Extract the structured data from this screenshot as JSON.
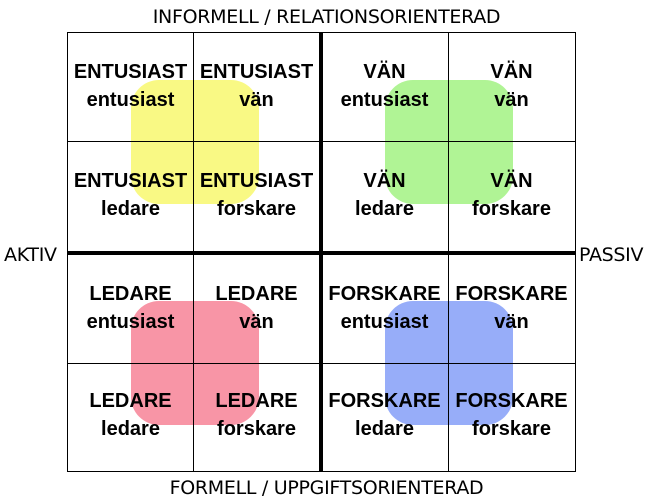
{
  "axes": {
    "top": "INFORMELL / RELATIONSORIENTERAD",
    "bottom": "FORMELL / UPPGIFTSORIENTERAD",
    "left": "AKTIV",
    "right": "PASSIV"
  },
  "cells": [
    {
      "title": "ENTUSIAST",
      "sub": "entusiast"
    },
    {
      "title": "ENTUSIAST",
      "sub": "vän"
    },
    {
      "title": "VÄN",
      "sub": "entusiast"
    },
    {
      "title": "VÄN",
      "sub": "vän"
    },
    {
      "title": "ENTUSIAST",
      "sub": "ledare"
    },
    {
      "title": "ENTUSIAST",
      "sub": "forskare"
    },
    {
      "title": "VÄN",
      "sub": "ledare"
    },
    {
      "title": "VÄN",
      "sub": "forskare"
    },
    {
      "title": "LEDARE",
      "sub": "entusiast"
    },
    {
      "title": "LEDARE",
      "sub": "vän"
    },
    {
      "title": "FORSKARE",
      "sub": "entusiast"
    },
    {
      "title": "FORSKARE",
      "sub": "vän"
    },
    {
      "title": "LEDARE",
      "sub": "ledare"
    },
    {
      "title": "LEDARE",
      "sub": "forskare"
    },
    {
      "title": "FORSKARE",
      "sub": "ledare"
    },
    {
      "title": "FORSKARE",
      "sub": "forskare"
    }
  ],
  "colors": {
    "entusiast": "#f8f87a",
    "van": "#a9f38c",
    "ledare": "#f78c9e",
    "forskare": "#8ea6f8"
  }
}
